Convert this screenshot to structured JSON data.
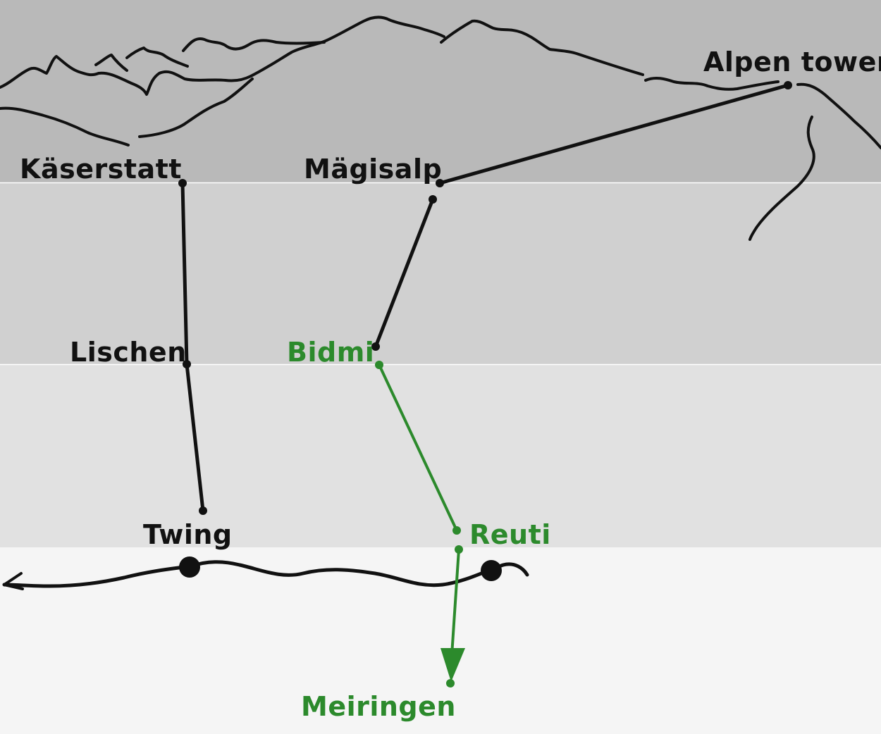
{
  "colors": {
    "band_top": "#b9b9b9",
    "band_upper_mid": "#d0d0d0",
    "band_lower_mid": "#e1e1e1",
    "band_bottom": "#f5f5f5",
    "line_black": "#111111",
    "line_green": "#2c8a2c"
  },
  "stations": {
    "alpen_tower": "Alpen tower",
    "kaeserstatt": "Käserstatt",
    "maegisalp": "Mägisalp",
    "lischen": "Lischen",
    "bidmi": "Bidmi",
    "twing": "Twing",
    "reuti": "Reuti",
    "meiringen": "Meiringen"
  },
  "icons": {
    "mountains": "mountain-skyline-icon",
    "river": "river-icon",
    "arrow_down": "arrow-down-icon"
  }
}
